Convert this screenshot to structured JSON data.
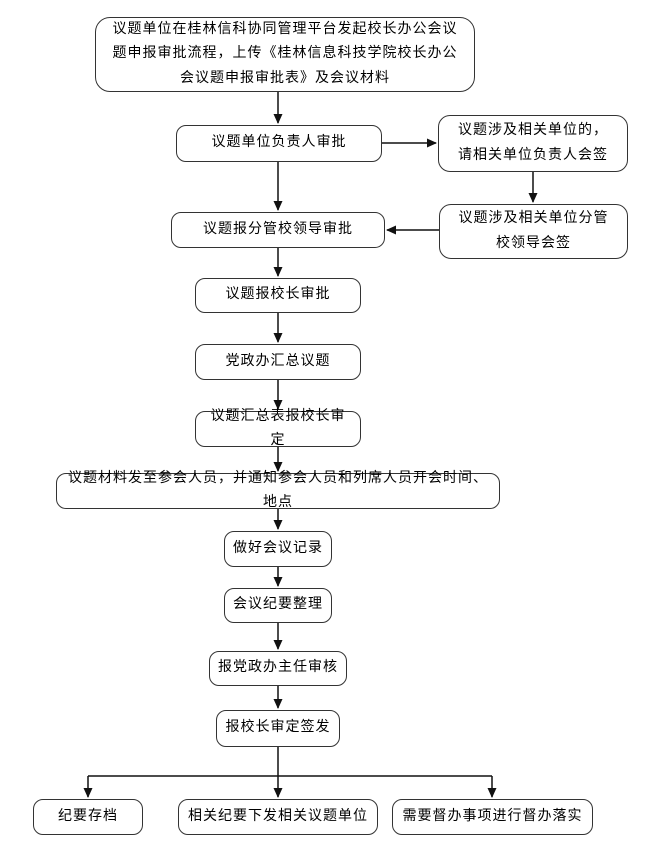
{
  "colors": {
    "background": "#ffffff",
    "border": "#333333",
    "text": "#000000",
    "arrow": "#111111"
  },
  "nodes": {
    "start": "议题单位在桂林信科协同管理平台发起校长办公会议题申报审批流程，上传《桂林信息科技学院校长办公会议题申报审批表》及会议材料",
    "unit_head_approval": "议题单位负责人审批",
    "cosign_unit": "议题涉及相关单位的，请相关单位负责人会签",
    "vp_approval": "议题报分管校领导审批",
    "cosign_vp": "议题涉及相关单位分管校领导会签",
    "president_approval": "议题报校长审批",
    "office_summary": "党政办汇总议题",
    "summary_confirm": "议题汇总表报校长审定",
    "distribute_materials": "议题材料发至参会人员，并通知参会人员和列席人员开会时间、地点",
    "meeting_record": "做好会议记录",
    "minutes_organize": "会议纪要整理",
    "director_review": "报党政办主任审核",
    "president_sign": "报校长审定签发",
    "archive": "纪要存档",
    "issue_minutes": "相关纪要下发相关议题单位",
    "supervise": "需要督办事项进行督办落实"
  }
}
